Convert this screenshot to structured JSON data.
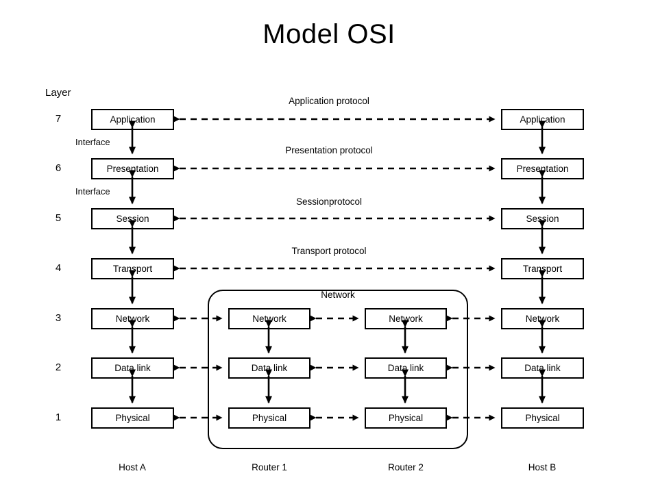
{
  "title": "Model OSI",
  "labels": {
    "layer_header": "Layer",
    "interface": "Interface",
    "network_cloud": "Network"
  },
  "layers": [
    {
      "number": "7",
      "name": "Application",
      "protocol": "Application protocol"
    },
    {
      "number": "6",
      "name": "Presentation",
      "protocol": "Presentation protocol"
    },
    {
      "number": "5",
      "name": "Session",
      "protocol": "Sessionprotocol"
    },
    {
      "number": "4",
      "name": "Transport",
      "protocol": "Transport protocol"
    },
    {
      "number": "3",
      "name": "Network",
      "protocol": ""
    },
    {
      "number": "2",
      "name": "Data link",
      "protocol": ""
    },
    {
      "number": "1",
      "name": "Physical",
      "protocol": ""
    }
  ],
  "columns": [
    {
      "id": "host-a",
      "label": "Host A",
      "layers": [
        "Application",
        "Presentation",
        "Session",
        "Transport",
        "Network",
        "Data link",
        "Physical"
      ]
    },
    {
      "id": "router-1",
      "label": "Router 1",
      "layers": [
        "Network",
        "Data link",
        "Physical"
      ]
    },
    {
      "id": "router-2",
      "label": "Router 2",
      "layers": [
        "Network",
        "Data link",
        "Physical"
      ]
    },
    {
      "id": "host-b",
      "label": "Host B",
      "layers": [
        "Application",
        "Presentation",
        "Session",
        "Transport",
        "Network",
        "Data link",
        "Physical"
      ]
    }
  ],
  "interface_labels": [
    "Interface",
    "Interface"
  ],
  "colors": {
    "background": "#ffffff",
    "stroke": "#000000",
    "text": "#000000"
  }
}
